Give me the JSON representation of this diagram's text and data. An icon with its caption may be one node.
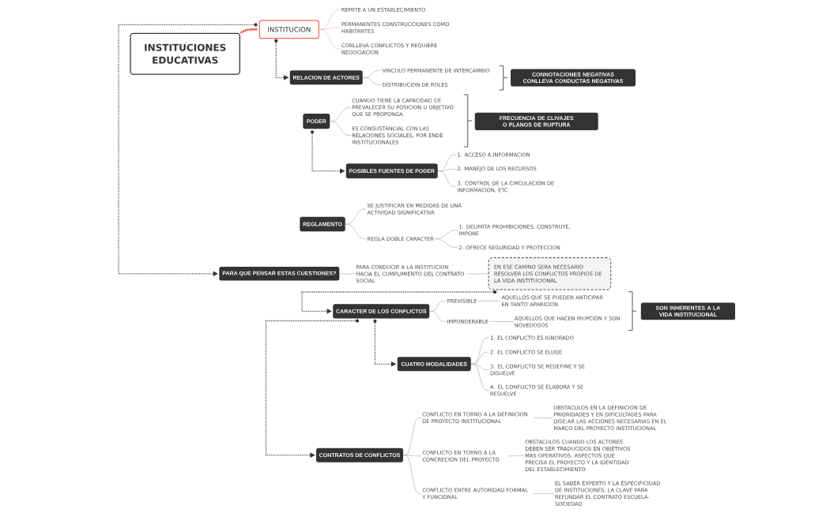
{
  "diagram": {
    "nodes": [
      {
        "text": [
          "INSTITUCIONES EDUCATIVAS"
        ]
      },
      {
        "text": [
          "INSTITUCION"
        ]
      },
      {
        "text": [
          "REMITE A UN ESTABLECIMIENTO"
        ]
      },
      {
        "text": [
          "PERMANENTES CONSTRUCCIONES COMO HABITANTES"
        ]
      },
      {
        "text": [
          "CONLLEVA CONFLICTOS Y REQUIERE NEGOCIACION"
        ]
      },
      {
        "text": [
          "RELACION DE ACTORES"
        ]
      },
      {
        "text": [
          "VINCULO PERMANENTE DE INTERCAMBIO"
        ]
      },
      {
        "text": [
          "DISTRIBUCION DE ROLES"
        ]
      },
      {
        "text": [
          "CONNOTACIONES NEGATIVAS CONLLEVA CONDUCTAS NEGATIVAS"
        ]
      },
      {
        "text": [
          "PODER"
        ]
      },
      {
        "text": [
          "CUANDO TIENE LA CAPACIDAD DE PREVALECER SU POSICION U OBJETIVO QUE SE PROPONGA"
        ]
      },
      {
        "text": [
          "ES CONSUSTANCIAL CON LAS RELACIONES SOCIALES, POR ENDE INSTITUCIONALES"
        ]
      },
      {
        "text": [
          "FRECUENCIA DE CLIVAJES O PLANOS DE RUPTURA"
        ]
      },
      {
        "text": [
          "POSIBLES FUENTES DE PODER"
        ]
      },
      {
        "text": [
          "1. ACCESO A INFORMACION"
        ]
      },
      {
        "text": [
          "2. MANEJO DE LOS RECURSOS"
        ]
      },
      {
        "text": [
          "3. CONTROL DE LA CIRCULACION DE INFORMACION, ETC"
        ]
      },
      {
        "text": [
          "REGLAMENTO"
        ]
      },
      {
        "text": [
          "SE JUSTIFICAN EN MEDIDAS DE UNA ACTIVIDAD SIGNIFICATIVA"
        ]
      },
      {
        "text": [
          "REGLA DOBLE CARACTER"
        ]
      },
      {
        "text": [
          "1. DELIMITA PROHIBICIONES, CONSTRUYE, IMPONE"
        ]
      },
      {
        "text": [
          "2. OFRECE SEGURIDAD Y PROTECCION"
        ]
      },
      {
        "text": [
          "PARA QUE PENSAR ESTAS CUESTIONES?"
        ]
      },
      {
        "text": [
          "PARA CONDUCIR A LA INSTITUCION HACIA EL CUMPLIMIENTO DEL CONTRATO SOCIAL"
        ]
      },
      {
        "text": [
          "EN ESE CAMINO SERA NECESARIO RESOLVER LOS CONFLICTOS PROPIOS DE LA VIDA INSTITUCIONAL"
        ]
      },
      {
        "text": [
          "CARACTER DE LOS CONFLICTOS"
        ]
      },
      {
        "text": [
          "PREVISIBLE"
        ]
      },
      {
        "text": [
          "AQUELLOS QUE SE PUEDEN ANTICIPAR EN TANTO APARICION"
        ]
      },
      {
        "text": [
          "IMPONDERABLE"
        ]
      },
      {
        "text": [
          "AQUELLOS QUE HACEN IRUPCION Y SON NOVEDOSOS"
        ]
      },
      {
        "text": [
          "SON INHERENTES A LA VIDA INSTITUCIONAL"
        ]
      },
      {
        "text": [
          "CUATRO MODALIDADES"
        ]
      },
      {
        "text": [
          "1. EL CONFLICTO ES IGNORADO"
        ]
      },
      {
        "text": [
          "2. EL CONFLICTO SE ELUDE"
        ]
      },
      {
        "text": [
          "3. EL CONFLICTO SE REDEFINE Y SE DISUELVE"
        ]
      },
      {
        "text": [
          "4. EL CONFLICTO SE ELABORA Y SE RESUELVE"
        ]
      },
      {
        "text": [
          "CONTRATOS DE CONFLICTOS"
        ]
      },
      {
        "text": [
          "CONFLICTO EN TORNO A LA DEFINICION DE PROYECTO INSTITUCIONAL"
        ]
      },
      {
        "text": [
          "OBSTACULOS EN LA DEFINICION DE PRIORIDADES Y EN DIFICULTADES PARA DISE;AR LAS ACCIONES NECESARIAS EN EL MARCO DEL PROYECTO INSTITUCIONAL"
        ]
      },
      {
        "text": [
          "CONFLICTO EN TORNO A LA CONCRECION DEL PROYECTO"
        ]
      },
      {
        "text": [
          "OBSTACULOS CUANDO LOS ACTORES DEBEN SER TRADUCIDOS EN OBJETIVOS MAS OPERATIVOS, ASPECTOS QUE PRECISA EL PROYECTO Y LA IDENTIDAD DEL ESTABLECIMIENTO"
        ]
      },
      {
        "text": [
          "CONFLICTO ENTRE AUTORIDAD FORMAL Y FUNCIONAL"
        ]
      },
      {
        "text": [
          "EL SABER EXPERTO Y LA ESPECIFICIDAD DE INSTITUCIONES, LA CLAVE PARA REFUNDAR EL CONTRATO ESCUELA-SOCIEDAD"
        ]
      },
      {
        "text": [],
        "shape": "circle"
      },
      {
        "text": [],
        "shape": "circle"
      },
      {
        "text": [],
        "shape": "circle"
      },
      {
        "text": [],
        "shape": "circle"
      },
      {
        "text": [],
        "shape": "circle"
      },
      {
        "text": [],
        "shape": "circle"
      }
    ],
    "edges": [
      {
        "from": 0,
        "to": 1,
        "arrow": "none",
        "style": "thick",
        "color": "#f26b5b"
      },
      {
        "from": 1,
        "to": 2,
        "arrow": "none",
        "color": "#f7a79e"
      },
      {
        "from": 1,
        "to": 3,
        "arrow": "none",
        "color": "#f7a79e"
      },
      {
        "from": 1,
        "to": 4,
        "arrow": "none",
        "color": "#f7a79e"
      },
      {
        "from": 44,
        "to": 5,
        "arrow": "to",
        "style": "dashed",
        "color": "#333333"
      },
      {
        "from": 5,
        "to": 6,
        "arrow": "none"
      },
      {
        "from": 5,
        "to": 7,
        "arrow": "none"
      },
      {
        "from": 9,
        "to": 10,
        "arrow": "none"
      },
      {
        "from": 9,
        "to": 11,
        "arrow": "none"
      },
      {
        "from": 45,
        "to": 13,
        "arrow": "to",
        "style": "dashed",
        "color": "#333333"
      },
      {
        "from": 13,
        "to": 14,
        "arrow": "none"
      },
      {
        "from": 13,
        "to": 15,
        "arrow": "none"
      },
      {
        "from": 13,
        "to": 16,
        "arrow": "none"
      },
      {
        "from": 17,
        "to": 18,
        "arrow": "none"
      },
      {
        "from": 17,
        "to": 19,
        "arrow": "none"
      },
      {
        "from": 19,
        "to": 20,
        "arrow": "none"
      },
      {
        "from": 19,
        "to": 21,
        "arrow": "none"
      },
      {
        "from": 43,
        "to": 22,
        "arrow": "to",
        "style": "dashed",
        "color": "#333333"
      },
      {
        "from": 22,
        "to": 23,
        "arrow": "none"
      },
      {
        "from": 23,
        "to": 24,
        "arrow": "none"
      },
      {
        "from": 46,
        "to": 25,
        "arrow": "to",
        "style": "dashed",
        "color": "#333333"
      },
      {
        "from": 25,
        "to": 26,
        "arrow": "none"
      },
      {
        "from": 25,
        "to": 28,
        "arrow": "none"
      },
      {
        "from": 26,
        "to": 27,
        "arrow": "none"
      },
      {
        "from": 28,
        "to": 29,
        "arrow": "none"
      },
      {
        "from": 48,
        "to": 31,
        "arrow": "to",
        "style": "dashed",
        "color": "#333333"
      },
      {
        "from": 31,
        "to": 32,
        "arrow": "none"
      },
      {
        "from": 31,
        "to": 33,
        "arrow": "none"
      },
      {
        "from": 31,
        "to": 34,
        "arrow": "none"
      },
      {
        "from": 31,
        "to": 35,
        "arrow": "none"
      },
      {
        "from": 47,
        "to": 36,
        "arrow": "to",
        "style": "dashed",
        "color": "#333333"
      },
      {
        "from": 36,
        "to": 37,
        "arrow": "none"
      },
      {
        "from": 36,
        "to": 39,
        "arrow": "none"
      },
      {
        "from": 36,
        "to": 41,
        "arrow": "none"
      },
      {
        "from": 37,
        "to": 38,
        "arrow": "none"
      },
      {
        "from": 39,
        "to": 40,
        "arrow": "none"
      },
      {
        "from": 41,
        "to": 42,
        "arrow": "none"
      }
    ]
  }
}
